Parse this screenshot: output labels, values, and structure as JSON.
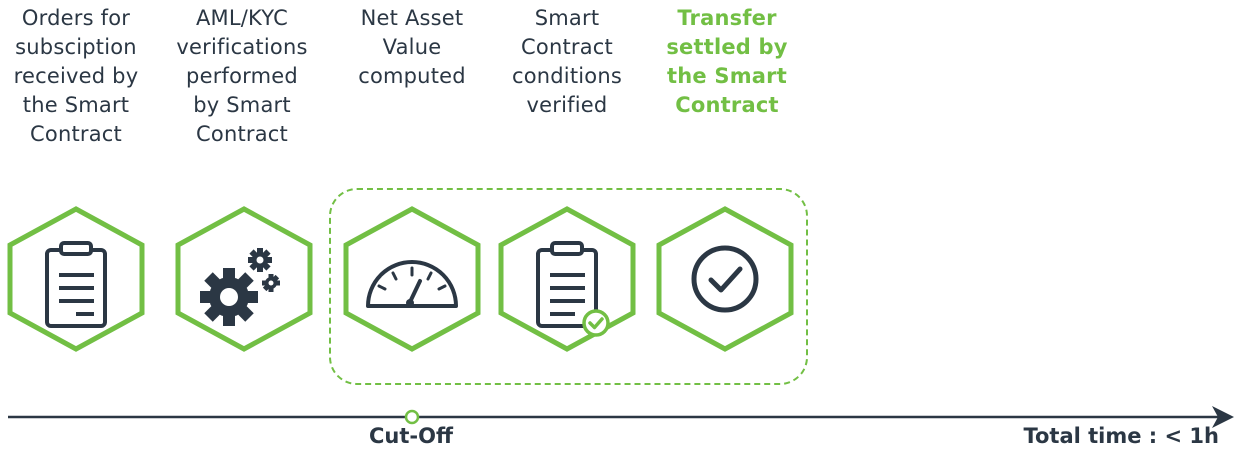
{
  "steps": [
    {
      "label": "Orders for\nsubsciption\nreceived by\nthe Smart\nContract",
      "icon": "clipboard-icon",
      "highlight": false
    },
    {
      "label": "AML/KYC\nverifications\nperformed\nby Smart\nContract",
      "icon": "gears-icon",
      "highlight": false
    },
    {
      "label": "Net Asset\nValue\ncomputed",
      "icon": "gauge-icon",
      "highlight": false
    },
    {
      "label": "Smart\nContract\nconditions\nverified",
      "icon": "clipboard-check-icon",
      "highlight": false
    },
    {
      "label": "Transfer\nsettled by\nthe Smart\nContract",
      "icon": "check-circle-icon",
      "highlight": true
    }
  ],
  "timeline": {
    "cutoff_label": "Cut-Off",
    "total_label": "Total time : < 1h"
  },
  "colors": {
    "accent_green": "#72bf44",
    "text_dark": "#2b3744"
  }
}
